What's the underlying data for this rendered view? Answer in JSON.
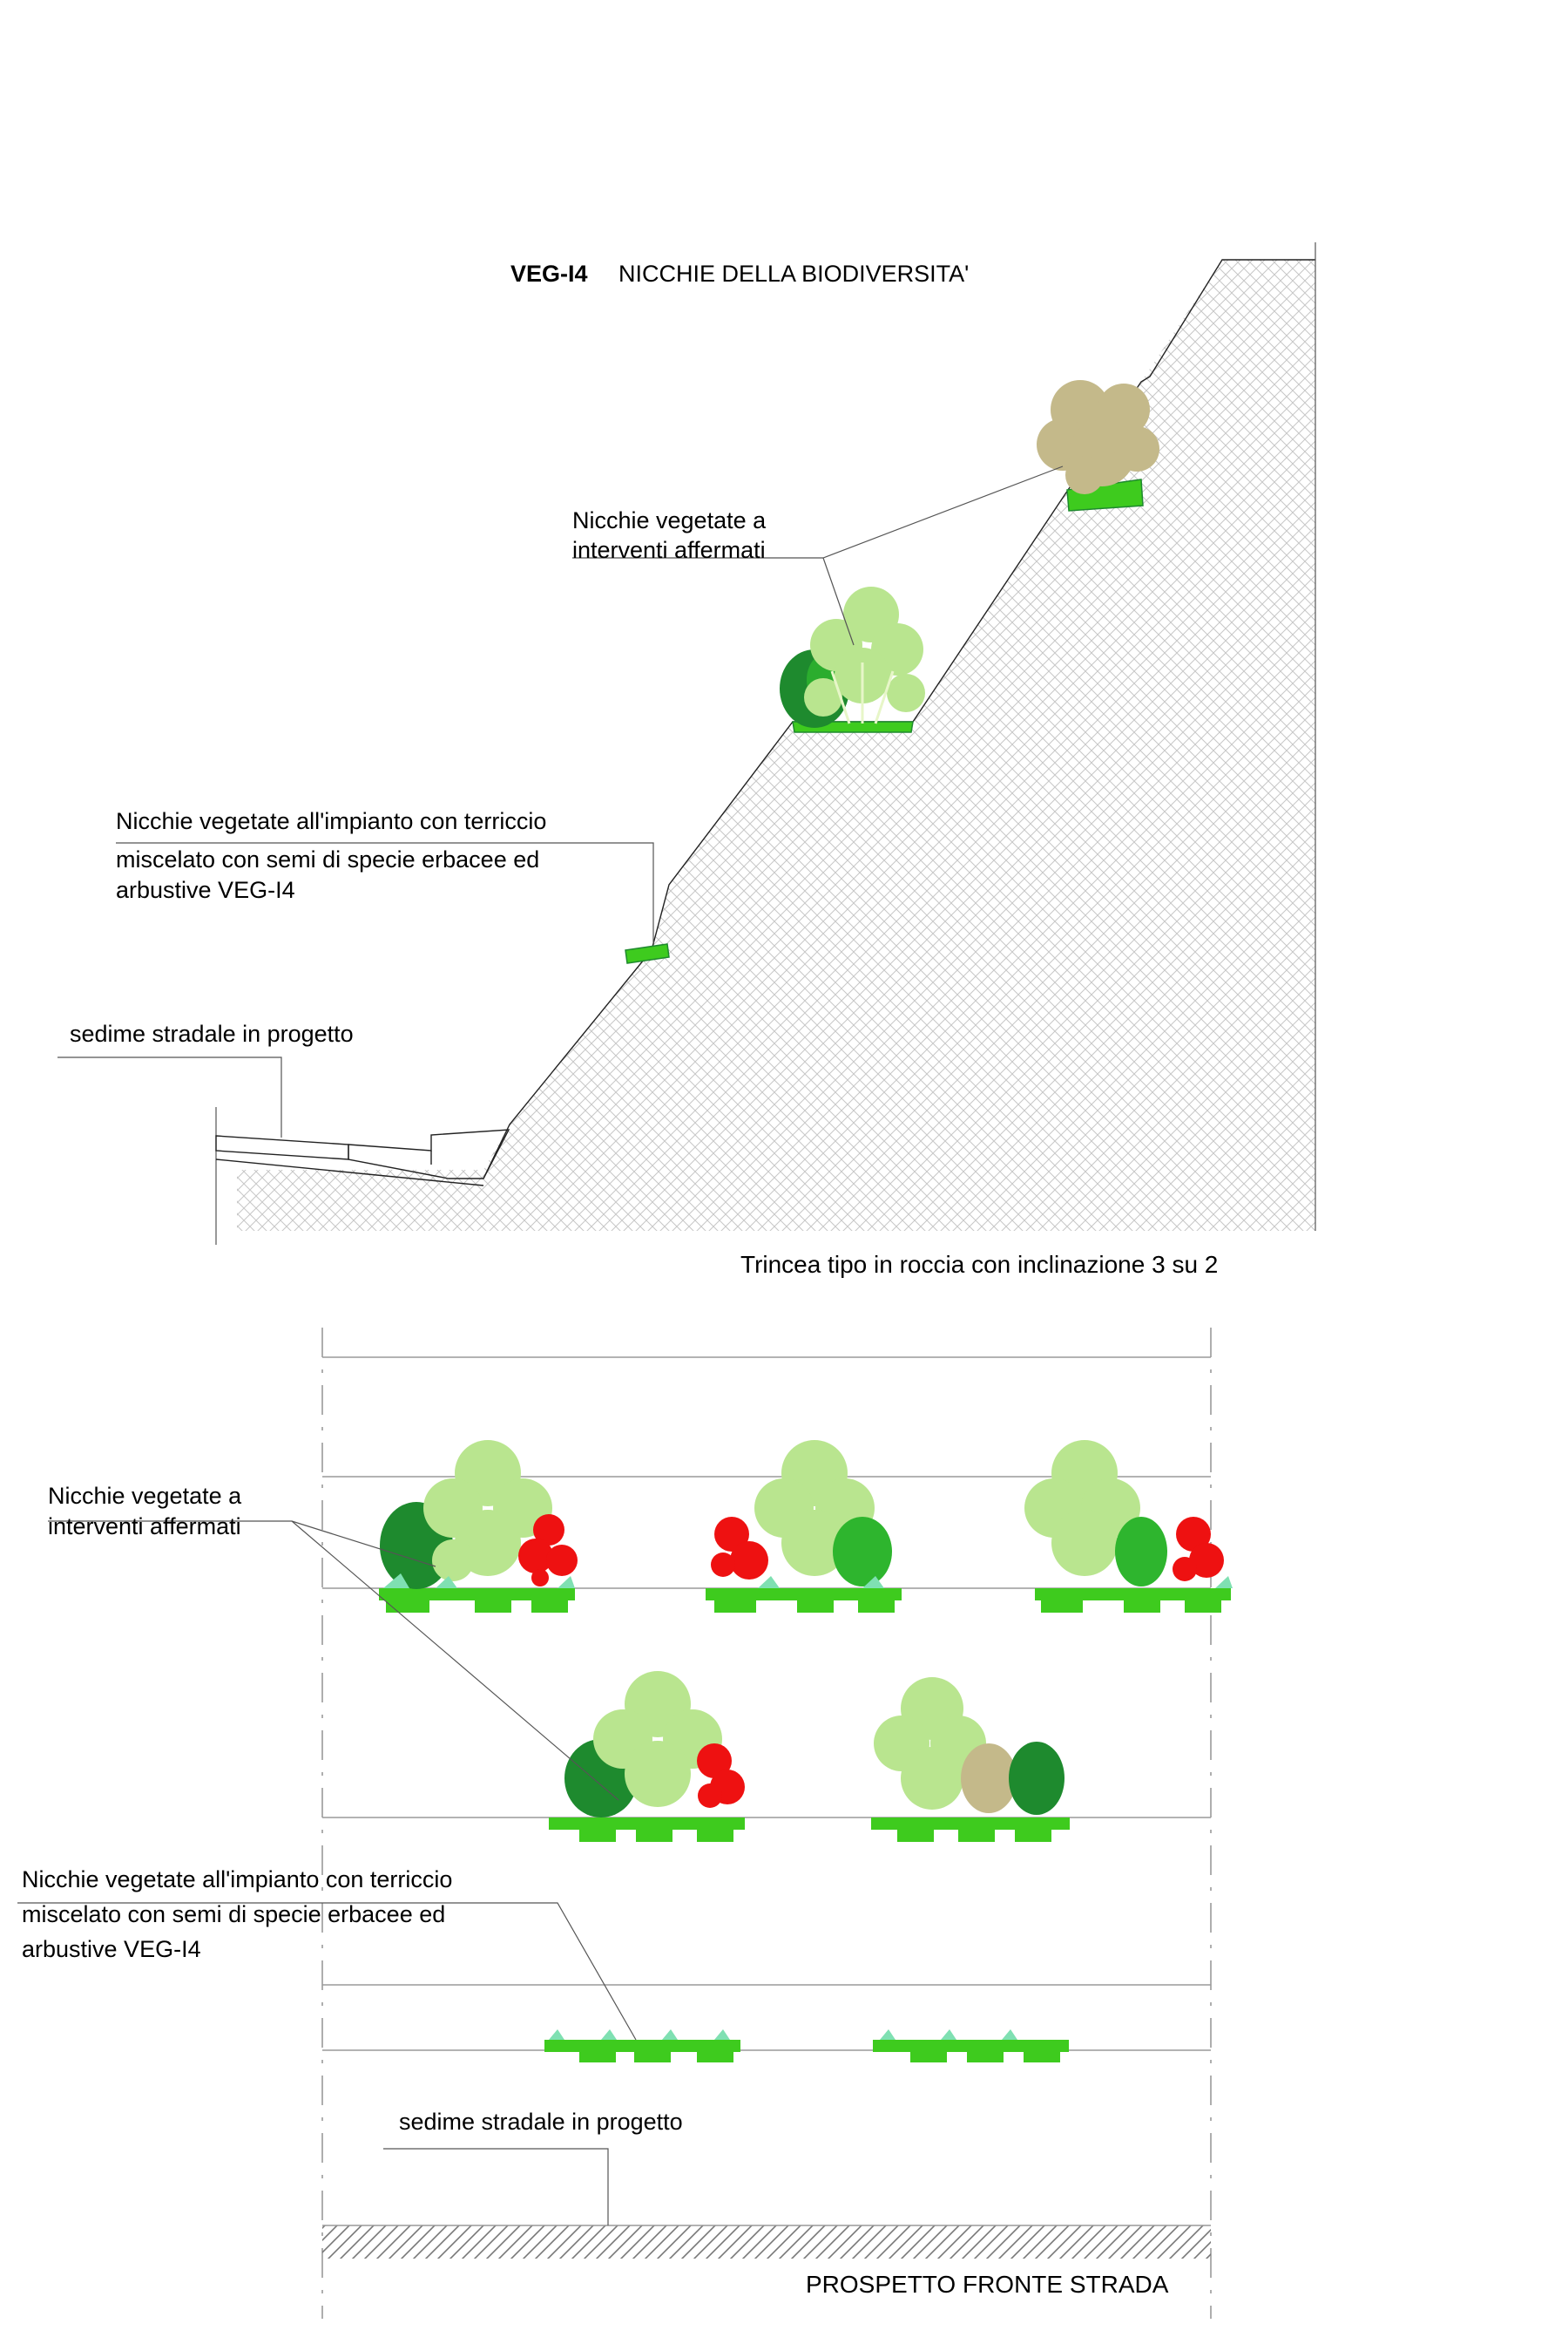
{
  "section": {
    "title_code": "VEG-I4",
    "title_text": "NICCHIE DELLA BIODIVERSITA'",
    "label_established_line1": "Nicchie vegetate a",
    "label_established_line2": "interventi affermati",
    "label_planting_line1": "Nicchie vegetate all'impianto con terriccio",
    "label_planting_line2": "miscelato con semi di specie erbacee ed",
    "label_planting_line3": "arbustive  VEG-I4",
    "label_road": "sedime stradale in progetto",
    "caption": "Trincea tipo in roccia con inclinazione 3 su 2"
  },
  "elevation": {
    "label_established_line1": "Nicchie vegetate a",
    "label_established_line2": "interventi affermati",
    "label_planting_line1": "Nicchie vegetate all'impianto con terriccio",
    "label_planting_line2": "miscelato con semi di specie erbacee ed",
    "label_planting_line3": "arbustive  VEG-I4",
    "label_road": "sedime stradale in progetto",
    "caption": "PROSPETTO FRONTE STRADA"
  },
  "colors": {
    "light_green": "#b9e58f",
    "dark_green": "#1e8a2e",
    "mid_green": "#2eb52e",
    "niche_green": "#3ecb1e",
    "red": "#ee1111",
    "khaki": "#c4b98a",
    "mint": "#7fe0b2"
  }
}
